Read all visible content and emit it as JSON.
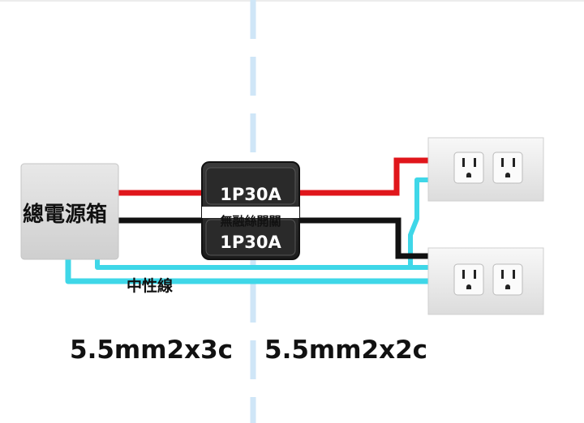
{
  "diagram": {
    "panel_label": "總電源箱",
    "breaker": {
      "top_rating": "1P30A",
      "name": "無融絲開關",
      "bottom_rating": "1P30A"
    },
    "neutral_label": "中性線",
    "cable_spec_left": "5.5mm2x3c",
    "cable_spec_right": "5.5mm2x2c",
    "colors": {
      "live_wire": "#e0161b",
      "second_live_wire": "#111111",
      "neutral_wire": "#3fd7e8",
      "divider": "#cfe6f7",
      "panel": "#d9d9d9",
      "breaker": "#2b2b2b",
      "outlet_plate": "#efefef"
    }
  }
}
